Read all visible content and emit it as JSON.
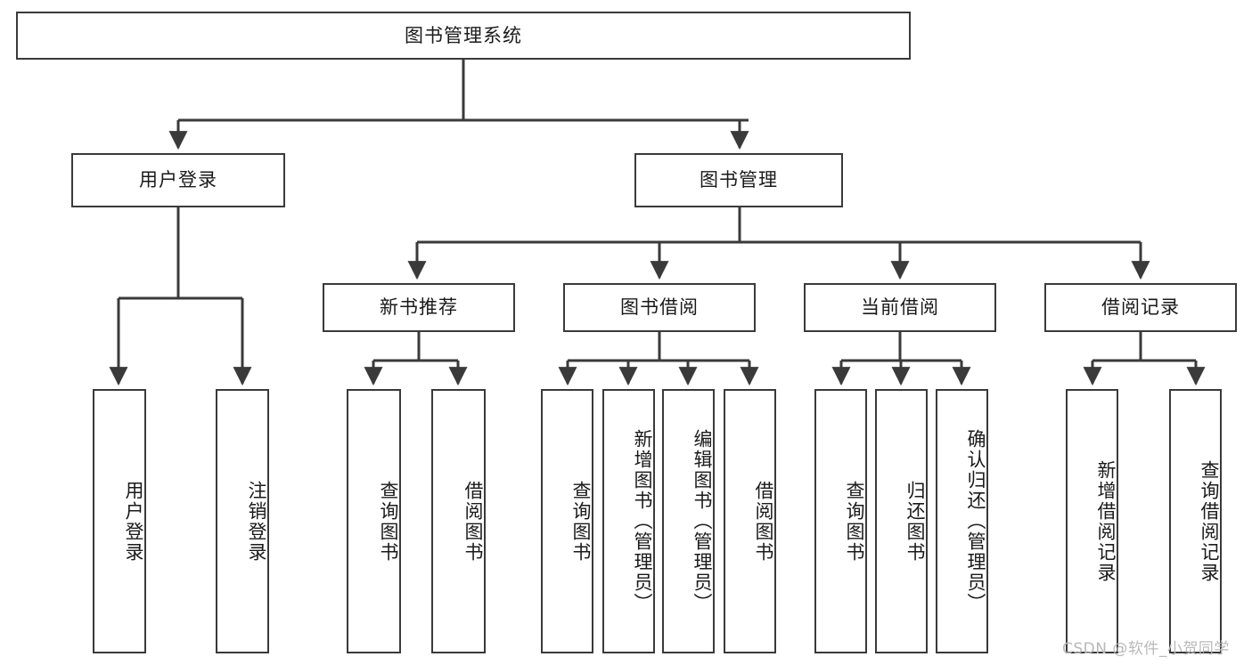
{
  "diagram": {
    "title": "图书管理系统",
    "watermark": "CSDN @软件_小贺同学",
    "stroke_color": "#3a3a3a",
    "text_color": "#1a1a1a",
    "background_color": "#ffffff",
    "watermark_color": "#b9b9b9"
  },
  "nodes": {
    "root": {
      "label": "图书管理系统"
    },
    "level1": [
      {
        "label": "用户登录"
      },
      {
        "label": "图书管理"
      }
    ],
    "level2": [
      {
        "label": "新书推荐"
      },
      {
        "label": "图书借阅"
      },
      {
        "label": "当前借阅"
      },
      {
        "label": "借阅记录"
      }
    ],
    "leaves": {
      "user_login": [
        {
          "label": "用户登录"
        },
        {
          "label": "注销登录"
        }
      ],
      "new_book": [
        {
          "label": "查询图书"
        },
        {
          "label": "借阅图书"
        }
      ],
      "book_borrow": [
        {
          "label": "查询图书"
        },
        {
          "label": "新增图书（管理员）"
        },
        {
          "label": "编辑图书（管理员）"
        },
        {
          "label": "借阅图书"
        }
      ],
      "current_borrow": [
        {
          "label": "查询图书"
        },
        {
          "label": "归还图书"
        },
        {
          "label": "确认归还（管理员）"
        }
      ],
      "borrow_record": [
        {
          "label": "新增借阅记录"
        },
        {
          "label": "查询借阅记录"
        }
      ]
    }
  }
}
